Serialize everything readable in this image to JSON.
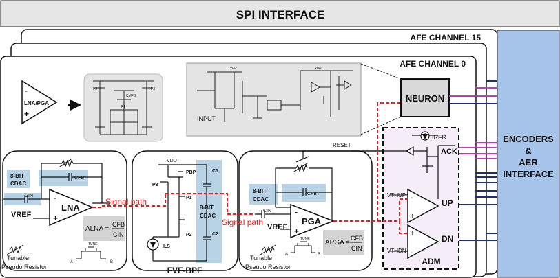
{
  "header": {
    "title": "SPI INTERFACE"
  },
  "channels": {
    "back": "AFE CHANNEL 15",
    "front": "AFE CHANNEL 0"
  },
  "encoder": {
    "line1": "ENCODERS",
    "line2": "&",
    "line3": "AER",
    "line4": "INTERFACE"
  },
  "lnapga_icon": {
    "label": "LNA/PGA",
    "minus": "-",
    "plus": "+"
  },
  "transistor_labels": {
    "p1": "P1",
    "p2": "P2",
    "p3": "P3",
    "cmfb": "CMFB"
  },
  "neuron": {
    "label": "NEURON",
    "input": "INPUT",
    "vdd_top": "VDD"
  },
  "lna": {
    "cdac_line1": "8-BIT",
    "cdac_line2": "CDAC",
    "cfb": "CFB",
    "cin": "CIN",
    "amp": "LNA",
    "minus": "-",
    "plus": "+",
    "vref": "VREF",
    "gain_lhs": "ALNA =",
    "gain_num": "CFB",
    "gain_den": "CIN"
  },
  "bpf": {
    "vdd": "VDD",
    "pbp": "PBP",
    "p3": "P3",
    "p1": "P1",
    "p2": "P2",
    "ils": "ILS",
    "c1": "C1",
    "c2": "C2",
    "cdac_line1": "8-BIT",
    "cdac_line2": "CDAC",
    "name": "FVF-BPF"
  },
  "pga": {
    "reset": "RESET",
    "cdac_line1": "8-BIT",
    "cdac_line2": "CDAC",
    "cfb": "CFB",
    "cin": "CIN",
    "amp": "PGA",
    "minus": "-",
    "plus": "+",
    "vref": "VREF",
    "gain_lhs": "APGA =",
    "gain_num": "CFB",
    "gain_den": "CIN"
  },
  "signal_path": {
    "label1": "Signal path",
    "label2": "Signal path"
  },
  "tunable": {
    "label1": "Tunable",
    "label2": "Pseudo Resistor",
    "tune": "TUNE",
    "a": "A",
    "b": "B"
  },
  "adm": {
    "irfr": "IRFR",
    "ack": "ACK",
    "vthup": "VTHUP",
    "up": "UP",
    "vthdn": "VTHDN",
    "dn": "DN",
    "name": "ADM"
  },
  "colors": {
    "cdac_fill": "#b8d3e6",
    "encoder_fill": "#a6c4ea",
    "adm_fill": "#f5eef8",
    "signal_path": "#e51e1e",
    "magenta": "#c43ab4",
    "navy": "#1f2f7a"
  }
}
